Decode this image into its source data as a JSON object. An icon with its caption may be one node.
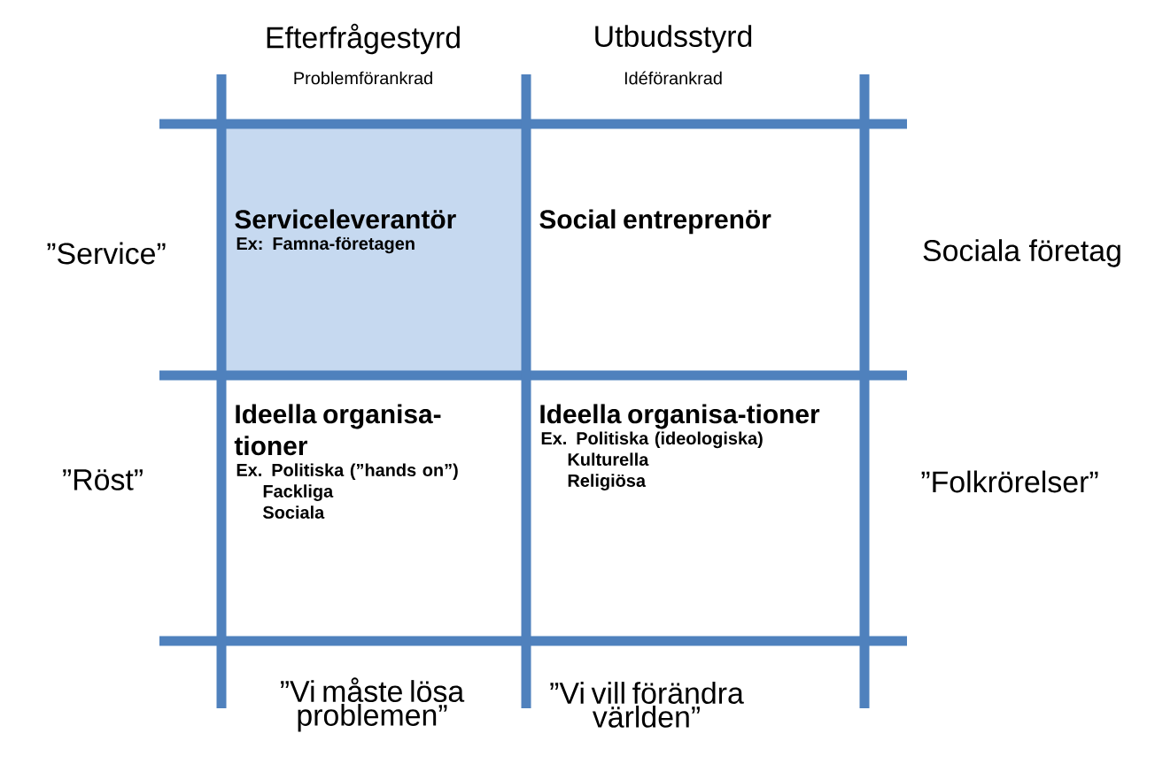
{
  "diagram": {
    "nodes": [
      {
        "text": [
          "Serviceleverantör",
          "Ex: Famna-företagen"
        ]
      },
      {
        "text": [
          "Social entreprenör"
        ]
      },
      {
        "text": [
          "Ideella organisa-tioner",
          "Ex.  Politiska (”hands on”)",
          "Fackliga",
          "Sociala"
        ]
      },
      {
        "text": [
          "Ideella organisa-tioner",
          "Ex.  Politiska (ideologiska)",
          "Kulturella",
          "Religiösa"
        ]
      }
    ],
    "edges": [],
    "labels": [
      "Efterfrågestyrd",
      "Utbudsstyrd",
      "Problemförankrad",
      "Idéförankrad",
      "”Service”",
      "Sociala företag",
      "”Röst”",
      "”Folkrörelser”",
      "”Vi måste lösa problemen”",
      "”Vi vill förändra världen”"
    ]
  }
}
